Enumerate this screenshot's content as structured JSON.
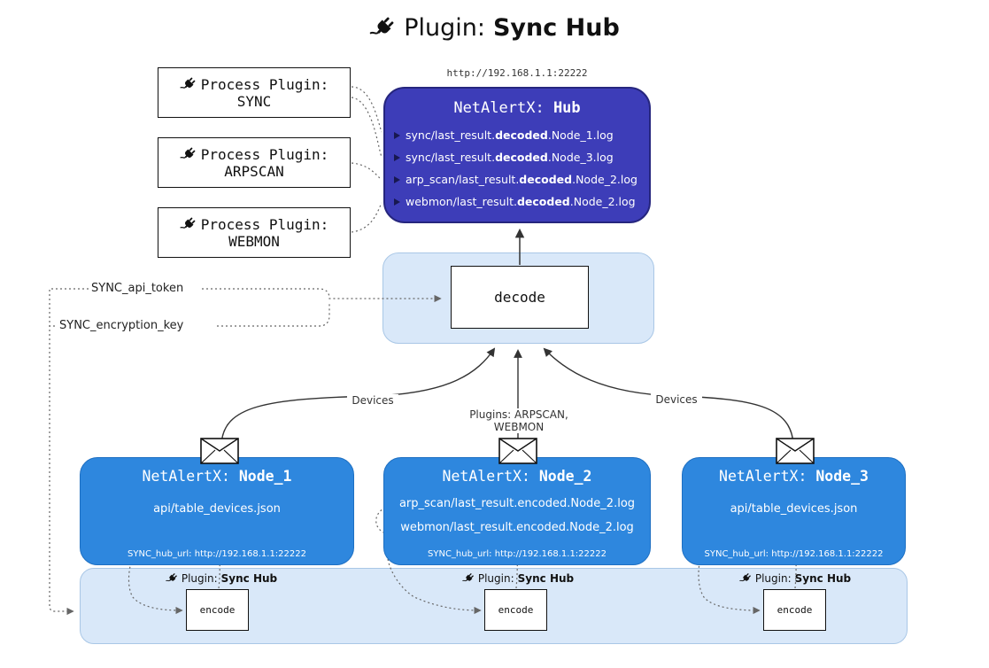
{
  "title": {
    "prefix": "Plugin:",
    "name": "Sync Hub"
  },
  "hub": {
    "url": "http://192.168.1.1:22222",
    "name_prefix": "NetAlertX:",
    "name": "Hub",
    "logs": [
      {
        "pre": "sync/last_result.",
        "bold": "decoded",
        "post": ".Node_1.log"
      },
      {
        "pre": "sync/last_result.",
        "bold": "decoded",
        "post": ".Node_3.log"
      },
      {
        "pre": "arp_scan/last_result.",
        "bold": "decoded",
        "post": ".Node_2.log"
      },
      {
        "pre": "webmon/last_result.",
        "bold": "decoded",
        "post": ".Node_2.log"
      }
    ]
  },
  "process_plugins": [
    {
      "label": "Process Plugin:",
      "name": "SYNC"
    },
    {
      "label": "Process Plugin:",
      "name": "ARPSCAN"
    },
    {
      "label": "Process Plugin:",
      "name": "WEBMON"
    }
  ],
  "decode_label": "decode",
  "settings": {
    "api_token": "SYNC_api_token",
    "encryption_key": "SYNC_encryption_key"
  },
  "edge_labels": {
    "left": "Devices",
    "middle": "Plugins: ARPSCAN, WEBMON",
    "right": "Devices"
  },
  "nodes": [
    {
      "name_prefix": "NetAlertX:",
      "name": "Node_1",
      "files": [
        "api/table_devices.json"
      ],
      "hub_url": "SYNC_hub_url: http://192.168.1.1:22222"
    },
    {
      "name_prefix": "NetAlertX:",
      "name": "Node_2",
      "files": [
        "arp_scan/last_result.encoded.Node_2.log",
        "webmon/last_result.encoded.Node_2.log"
      ],
      "hub_url": "SYNC_hub_url: http://192.168.1.1:22222"
    },
    {
      "name_prefix": "NetAlertX:",
      "name": "Node_3",
      "files": [
        "api/table_devices.json"
      ],
      "hub_url": "SYNC_hub_url: http://192.168.1.1:22222"
    }
  ],
  "encode": {
    "plugin_prefix": "Plugin:",
    "plugin_name": "Sync Hub",
    "label": "encode"
  },
  "colors": {
    "hub_bg": "#3d3db8",
    "node_bg": "#2e87de",
    "panel_bg": "#d9e8f9",
    "panel_border": "#a9c7e6",
    "arrow_dark": "#333333",
    "arrow_dotted": "#666666"
  }
}
